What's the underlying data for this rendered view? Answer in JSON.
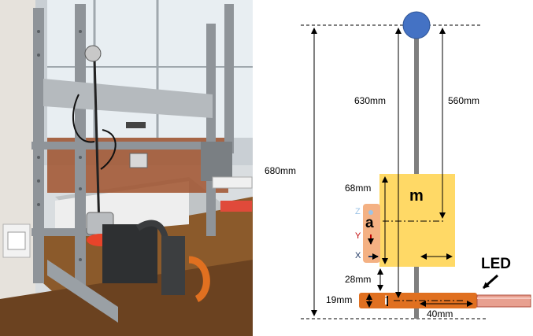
{
  "figure": {
    "photo": {
      "description_icon": "photo-of-test-rig"
    },
    "diagram": {
      "labels": {
        "total_height": "680mm",
        "ball_height": "630mm",
        "mass_center_height": "560mm",
        "mass_height": "68mm",
        "gap_height": "28mm",
        "base_height": "19mm",
        "base_length": "40mm",
        "led": "LED",
        "mass_symbol": "m",
        "accel_symbol": "a",
        "imu_symbol": "i",
        "axis_z": "Z",
        "axis_y": "Y",
        "axis_x": "X"
      },
      "colors": {
        "ball": "#4472c4",
        "mass": "#ffd966",
        "accelerometer": "#f4b183",
        "base": "#e07020",
        "led_tube": "#e8a090",
        "rod": "#7f7f7f",
        "axis_z": "#9dc3e6",
        "axis_y": "#c00000",
        "axis_x": "#203864"
      }
    }
  }
}
